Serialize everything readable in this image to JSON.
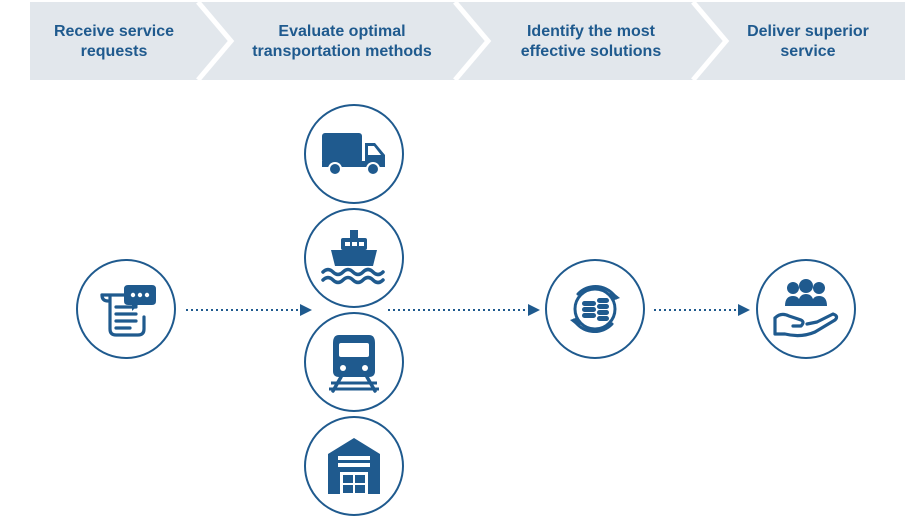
{
  "steps": [
    {
      "label": "Receive service requests"
    },
    {
      "label": "Evaluate optimal transportation methods"
    },
    {
      "label": "Identify the most effective solutions"
    },
    {
      "label": "Deliver superior service"
    }
  ],
  "colors": {
    "primary": "#1f5a8e",
    "step_bg": "#e2e7ec",
    "divider": "#ffffff"
  },
  "icons": {
    "request": "document-chat-icon",
    "truck": "truck-icon",
    "ship": "ship-icon",
    "train": "train-icon",
    "warehouse": "warehouse-icon",
    "solutions": "coins-cycle-icon",
    "service": "people-hand-icon"
  }
}
